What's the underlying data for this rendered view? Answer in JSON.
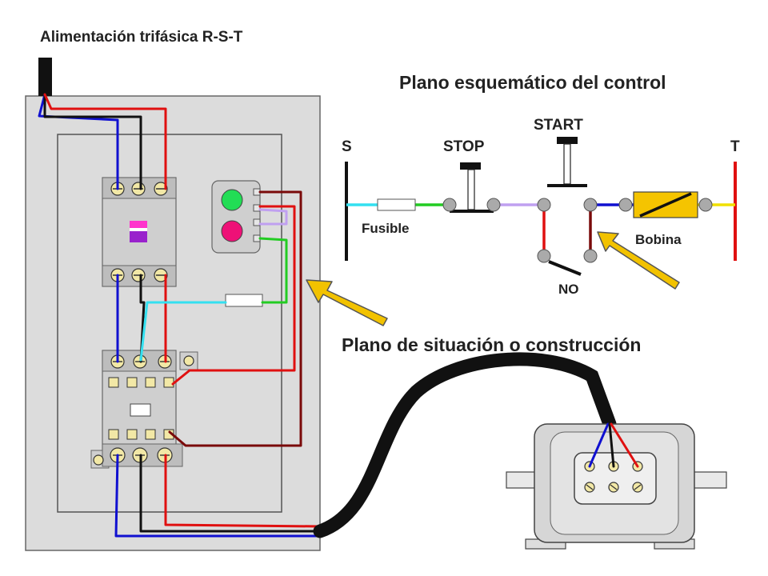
{
  "top_label": "Alimentación trifásica R-S-T",
  "schematic_title": "Plano esquemático del control",
  "situation_title": "Plano de situación o construcción",
  "schematic": {
    "s_label": "S",
    "t_label": "T",
    "stop_label": "STOP",
    "start_label": "START",
    "fuse_label": "Fusible",
    "coil_label": "Bobina",
    "no_label": "NO"
  },
  "colors": {
    "wire_red": "#e01010",
    "wire_blue": "#1010d0",
    "wire_black": "#111111",
    "wire_green": "#22cc22",
    "wire_cyan": "#33e0f0",
    "wire_lavender": "#c0a0f0",
    "wire_darkred": "#7a0a0a",
    "wire_yellow": "#f0e000",
    "coil_fill": "#f5c400",
    "arrow_fill": "#f2c200",
    "panel_fill": "#dcdcdc",
    "lamp_green": "#22dd55",
    "lamp_red": "#ee1177"
  }
}
